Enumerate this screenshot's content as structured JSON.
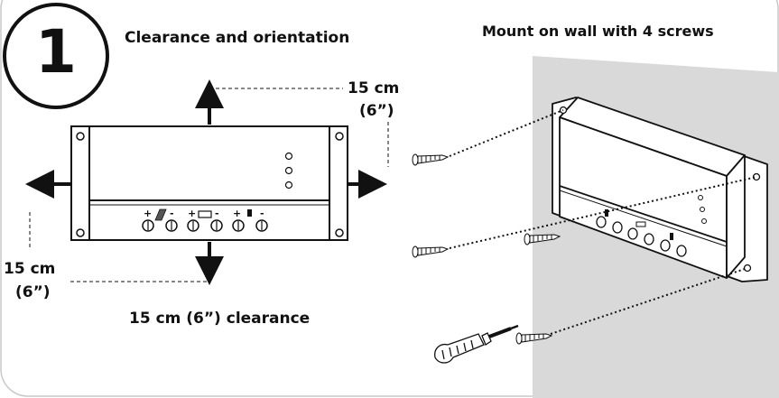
{
  "step": {
    "number": "1",
    "title": "Clearance and orientation"
  },
  "right_title": "Mount on wall with 4 screws",
  "clearance": {
    "top_value": "15 cm",
    "top_unit": "(6”)",
    "left_value": "15 cm",
    "left_unit": "(6”)",
    "bottom": "15 cm (6”) clearance"
  },
  "colors": {
    "line": "#111111",
    "wall": "#d9d9d9",
    "frame": "#c8c8c8"
  },
  "icons": [
    "step-number-circle",
    "arrow-up-icon",
    "arrow-down-icon",
    "arrow-left-icon",
    "arrow-right-icon",
    "screw-icon",
    "screwdriver-icon",
    "solar-panel-icon",
    "battery-icon",
    "lamp-icon"
  ]
}
